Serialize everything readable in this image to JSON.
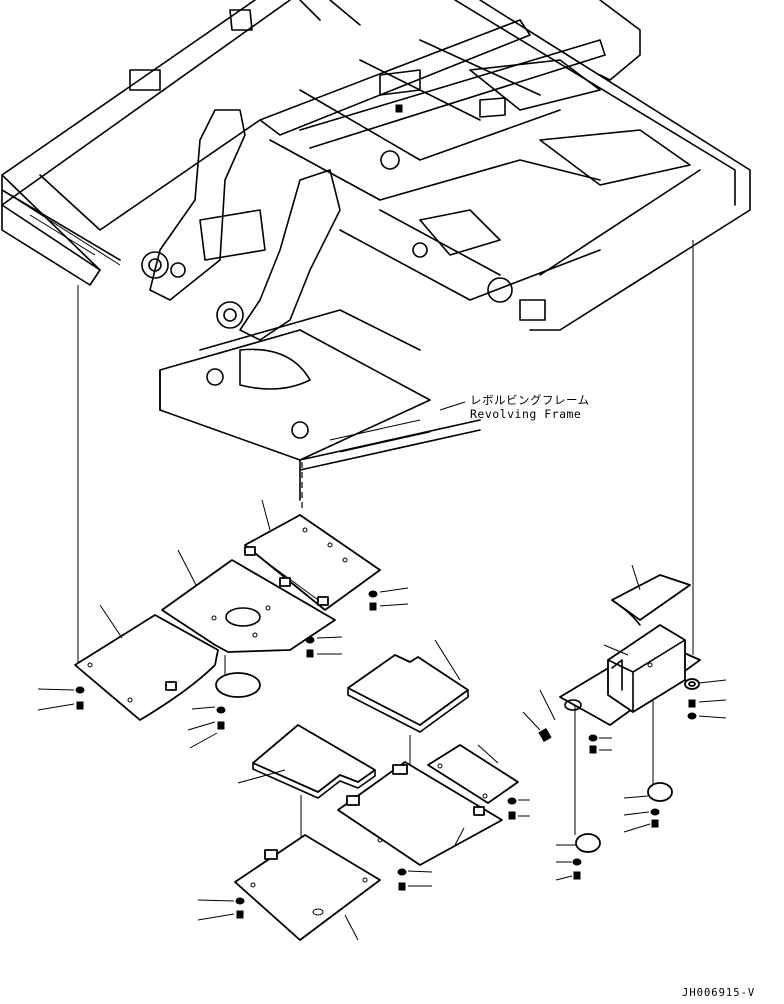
{
  "frame_label": {
    "japanese": "レボルビングフレーム",
    "english": "Revolving Frame"
  },
  "drawing_code": "JH006915-V",
  "parts": [
    {
      "name": "floor-plate-left"
    },
    {
      "name": "floor-plate-center-left"
    },
    {
      "name": "floor-plate-rear-left"
    },
    {
      "name": "floor-plate-center"
    },
    {
      "name": "floor-plate-lower-left"
    },
    {
      "name": "floor-plate-center-right"
    },
    {
      "name": "floor-plate-lower-center"
    },
    {
      "name": "small-plate"
    },
    {
      "name": "bottom-plate"
    },
    {
      "name": "right-cover-bracket"
    },
    {
      "name": "right-upper-cover"
    }
  ]
}
